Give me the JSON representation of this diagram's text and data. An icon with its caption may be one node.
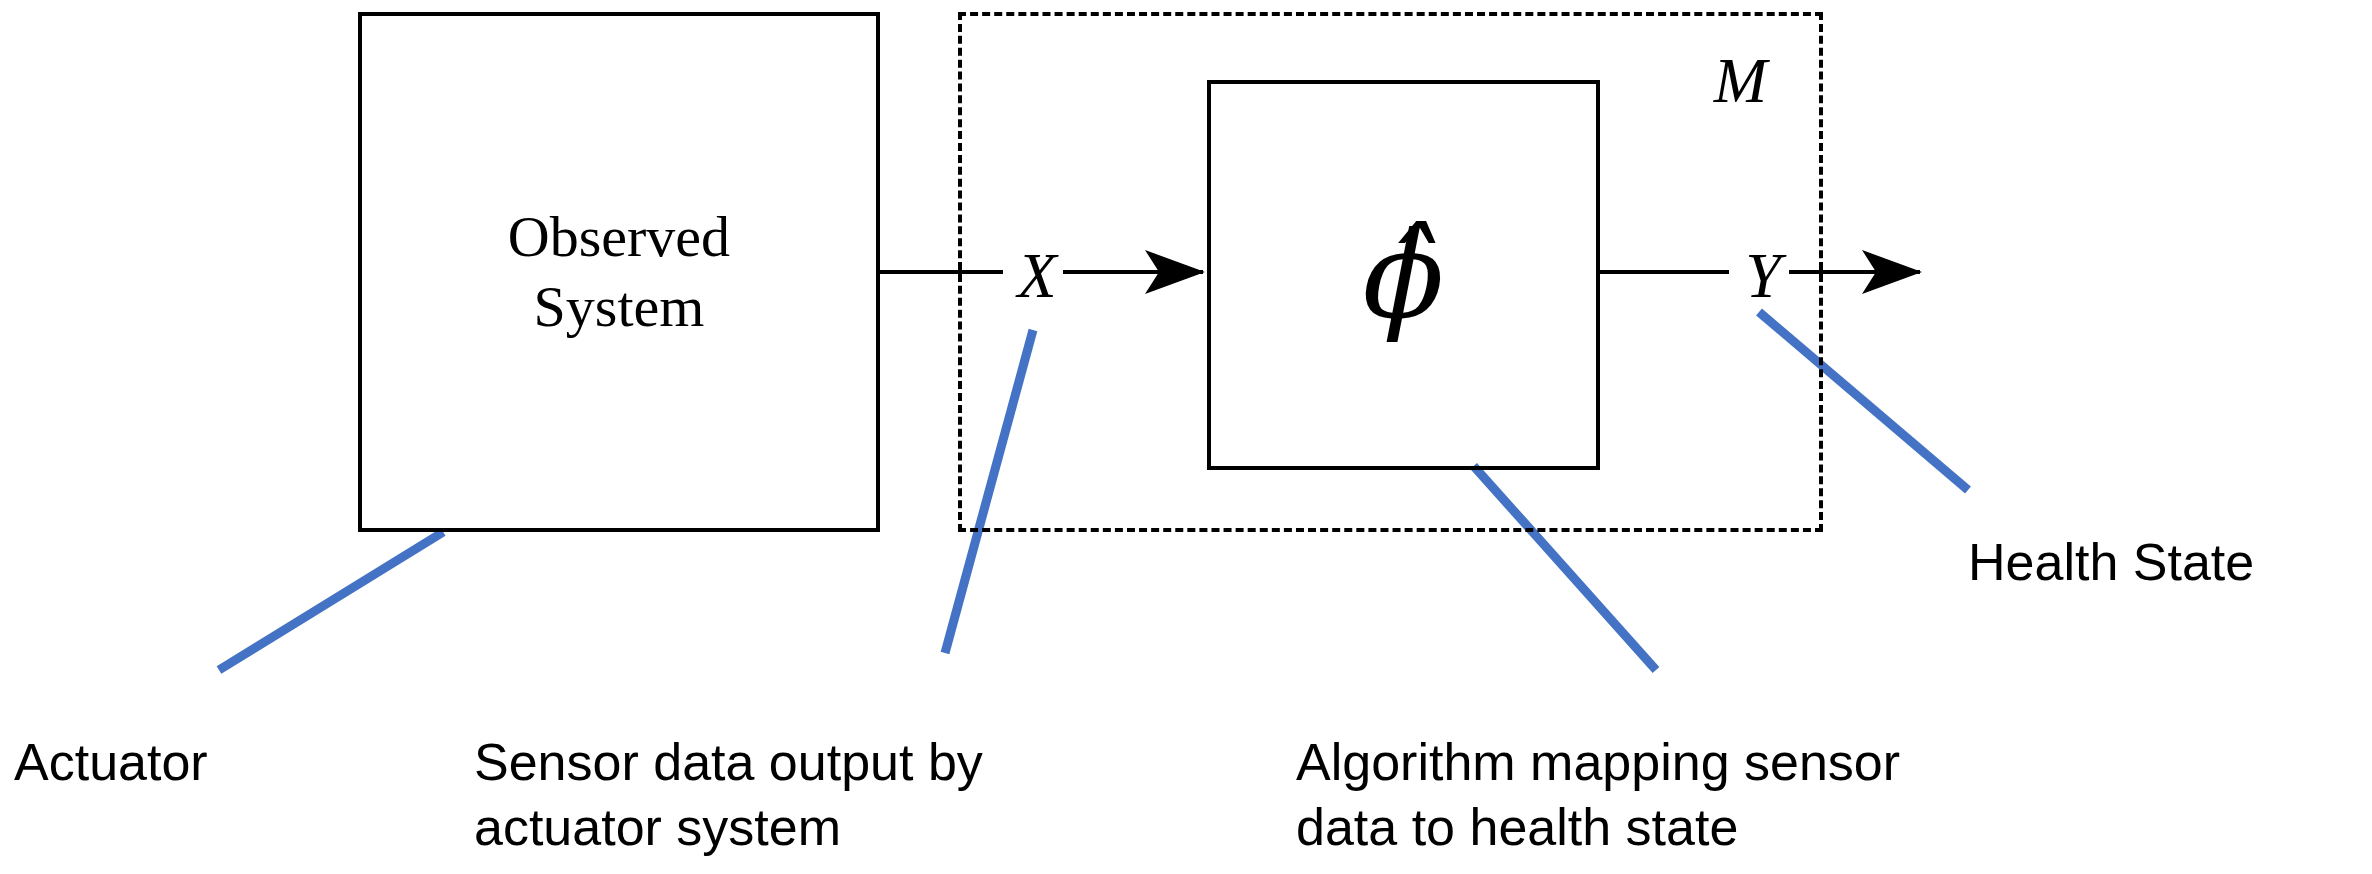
{
  "diagram": {
    "nodes": [
      {
        "text": [
          "Observed System"
        ]
      },
      {
        "text": [
          "M"
        ]
      },
      {
        "text": [
          "ϕ̂"
        ],
        "in": 1
      },
      {
        "text": [
          "X"
        ],
        "in": 1
      },
      {
        "text": [
          "Y"
        ],
        "in": 1
      },
      {
        "text": [
          "Actuator"
        ]
      },
      {
        "text": [
          "Sensor data output by actuator system"
        ]
      },
      {
        "text": [
          "Algorithm mapping sensor data to health state"
        ]
      },
      {
        "text": [
          "Health State"
        ]
      }
    ],
    "edges": [
      {
        "from": 0,
        "to": 3,
        "arrow": "none"
      },
      {
        "from": 3,
        "to": 2,
        "arrow": "to"
      },
      {
        "from": 2,
        "to": 4,
        "arrow": "none"
      },
      {
        "from": 4,
        "to": null,
        "arrow": "to"
      },
      {
        "from": 5,
        "to": 0,
        "arrow": "none",
        "style": "thick",
        "color": "#4472c4"
      },
      {
        "from": 6,
        "to": 3,
        "arrow": "none",
        "style": "thick",
        "color": "#4472c4"
      },
      {
        "from": 7,
        "to": 2,
        "arrow": "none",
        "style": "thick",
        "color": "#4472c4"
      },
      {
        "from": 8,
        "to": 4,
        "arrow": "none",
        "style": "thick",
        "color": "#4472c4"
      }
    ]
  }
}
